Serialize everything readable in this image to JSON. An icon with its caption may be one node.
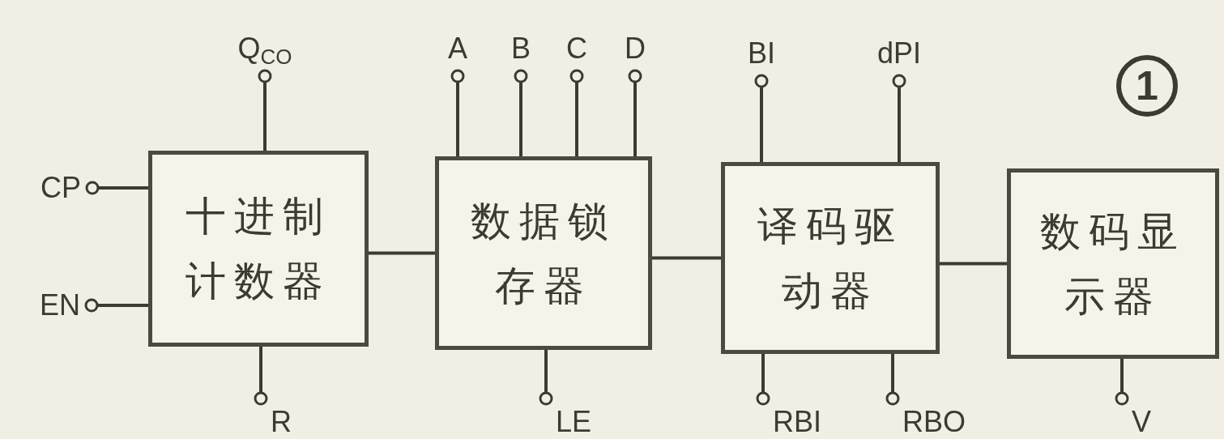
{
  "diagram": {
    "nodes": [
      {
        "text": [
          "十进制计数器"
        ]
      },
      {
        "text": [
          "数据锁存器"
        ]
      },
      {
        "text": [
          "译码驱动器"
        ]
      },
      {
        "text": [
          "数码显示器"
        ]
      },
      {
        "text": [
          "Q$_{CO}$"
        ]
      },
      {
        "text": [
          "A"
        ]
      },
      {
        "text": [
          "B"
        ]
      },
      {
        "text": [
          "C"
        ]
      },
      {
        "text": [
          "D"
        ]
      },
      {
        "text": [
          "BI"
        ]
      },
      {
        "text": [
          "dPI"
        ]
      },
      {
        "text": [
          "CP"
        ]
      },
      {
        "text": [
          "EN"
        ]
      },
      {
        "text": [
          "R"
        ]
      },
      {
        "text": [
          "LE"
        ]
      },
      {
        "text": [
          "RBI"
        ]
      },
      {
        "text": [
          "RBO"
        ]
      },
      {
        "text": [
          "V"
        ]
      }
    ],
    "edges": [
      {
        "from": 0,
        "to": 1,
        "arrow": "none"
      },
      {
        "from": 1,
        "to": 2,
        "arrow": "none"
      },
      {
        "from": 2,
        "to": 3,
        "arrow": "none"
      },
      {
        "from": 4,
        "to": 0,
        "arrow": "other"
      },
      {
        "from": 5,
        "to": 1,
        "arrow": "other"
      },
      {
        "from": 6,
        "to": 1,
        "arrow": "other"
      },
      {
        "from": 7,
        "to": 1,
        "arrow": "other"
      },
      {
        "from": 8,
        "to": 1,
        "arrow": "other"
      },
      {
        "from": 9,
        "to": 2,
        "arrow": "other"
      },
      {
        "from": 10,
        "to": 2,
        "arrow": "other"
      },
      {
        "from": 11,
        "to": 0,
        "arrow": "other"
      },
      {
        "from": 12,
        "to": 0,
        "arrow": "other"
      },
      {
        "from": 13,
        "to": 0,
        "arrow": "other"
      },
      {
        "from": 14,
        "to": 1,
        "arrow": "other"
      },
      {
        "from": 15,
        "to": 2,
        "arrow": "other"
      },
      {
        "from": 16,
        "to": 2,
        "arrow": "other"
      },
      {
        "from": 17,
        "to": 3,
        "arrow": "other"
      }
    ],
    "labels": [
      "1"
    ]
  }
}
